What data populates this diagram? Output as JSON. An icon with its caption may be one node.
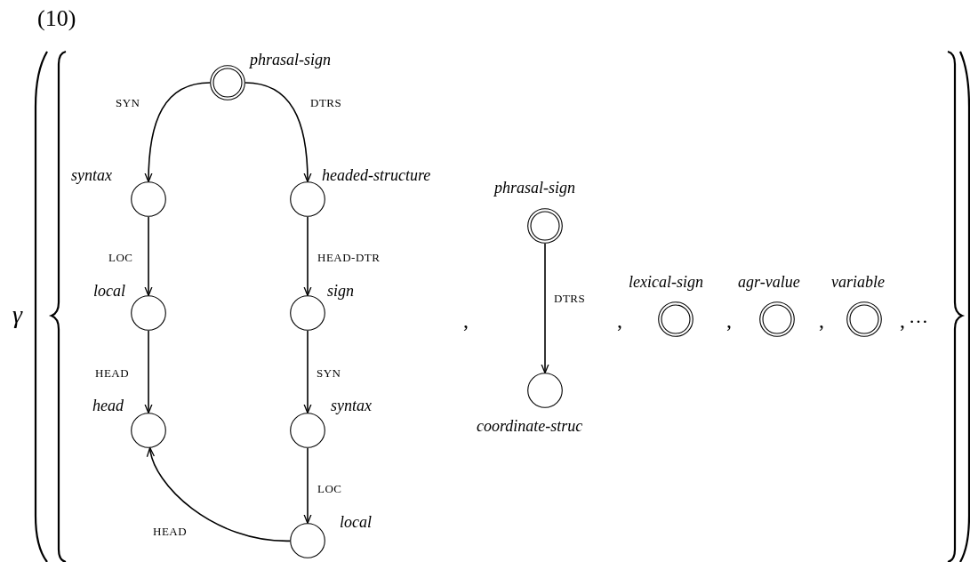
{
  "diagram": {
    "nodes": [
      {
        "text": [],
        "shape": "double-circle",
        "beside": [
          "phrasal-sign"
        ]
      },
      {
        "text": [],
        "shape": "circle",
        "beside": [
          "syntax"
        ]
      },
      {
        "text": [],
        "shape": "circle",
        "beside": [
          "headed-structure"
        ]
      },
      {
        "text": [],
        "shape": "circle",
        "beside": [
          "local"
        ]
      },
      {
        "text": [],
        "shape": "circle",
        "beside": [
          "sign"
        ]
      },
      {
        "text": [],
        "shape": "circle",
        "beside": [
          "head"
        ]
      },
      {
        "text": [],
        "shape": "circle",
        "beside": [
          "syntax"
        ]
      },
      {
        "text": [],
        "shape": "circle",
        "beside": [
          "local"
        ]
      },
      {
        "text": [],
        "shape": "double-circle",
        "beside": [
          "phrasal-sign"
        ]
      },
      {
        "text": [],
        "shape": "circle",
        "beside": [
          "coordinate-struc"
        ]
      },
      {
        "text": [],
        "shape": "double-circle",
        "beside": [
          "lexical-sign"
        ]
      },
      {
        "text": [],
        "shape": "double-circle",
        "beside": [
          "agr-value"
        ]
      },
      {
        "text": [],
        "shape": "double-circle",
        "beside": [
          "variable"
        ]
      }
    ],
    "edges": [
      {
        "from": 0,
        "to": 1,
        "arrow": "to",
        "label": "SYN"
      },
      {
        "from": 0,
        "to": 2,
        "arrow": "to",
        "label": "DTRS"
      },
      {
        "from": 1,
        "to": 3,
        "arrow": "to",
        "label": "LOC"
      },
      {
        "from": 2,
        "to": 4,
        "arrow": "to",
        "label": "HEAD-DTR"
      },
      {
        "from": 3,
        "to": 5,
        "arrow": "to",
        "label": "HEAD"
      },
      {
        "from": 4,
        "to": 6,
        "arrow": "to",
        "label": "SYN"
      },
      {
        "from": 6,
        "to": 7,
        "arrow": "to",
        "label": "LOC"
      },
      {
        "from": 7,
        "to": 5,
        "arrow": "to",
        "label": "HEAD"
      },
      {
        "from": 8,
        "to": 9,
        "arrow": "to",
        "label": "DTRS"
      }
    ],
    "labels": [
      "(10)",
      "γ",
      ",",
      ",",
      ",",
      ",",
      ",",
      "…"
    ]
  }
}
